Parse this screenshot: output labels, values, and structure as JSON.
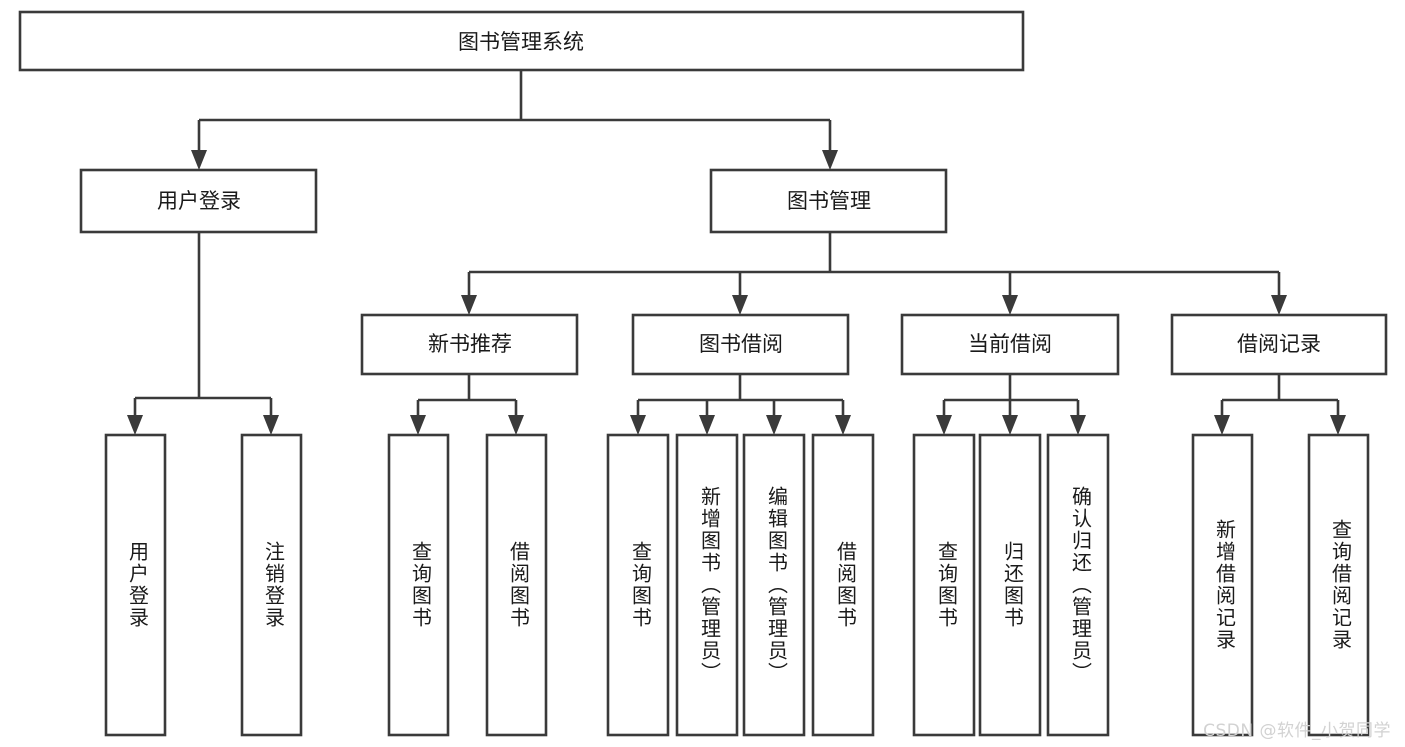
{
  "diagram": {
    "title": "图书管理系统",
    "type": "tree",
    "orientation": "top-down",
    "theme": {
      "background": "#ffffff",
      "box_fill": "#ffffff",
      "box_stroke": "#3a3a3a",
      "text_color": "#1a1a1a",
      "watermark_color": "#d2d2d2"
    },
    "root": {
      "id": "root",
      "label": "图书管理系统"
    },
    "level2": [
      {
        "id": "user-login",
        "label": "用户登录"
      },
      {
        "id": "book-manage",
        "label": "图书管理"
      }
    ],
    "level3": [
      {
        "id": "new-book-rec",
        "label": "新书推荐",
        "parent": "book-manage"
      },
      {
        "id": "book-borrow",
        "label": "图书借阅",
        "parent": "book-manage"
      },
      {
        "id": "current-borrow",
        "label": "当前借阅",
        "parent": "book-manage"
      },
      {
        "id": "borrow-record",
        "label": "借阅记录",
        "parent": "book-manage"
      }
    ],
    "leaves": {
      "user-login": [
        {
          "id": "leaf-user-login",
          "label": "用户登录"
        },
        {
          "id": "leaf-user-logout",
          "label": "注销登录"
        }
      ],
      "new-book-rec": [
        {
          "id": "leaf-nbr-query",
          "label": "查询图书"
        },
        {
          "id": "leaf-nbr-borrow",
          "label": "借阅图书"
        }
      ],
      "book-borrow": [
        {
          "id": "leaf-bb-query",
          "label": "查询图书"
        },
        {
          "id": "leaf-bb-add",
          "label": "新增图书（管理员）"
        },
        {
          "id": "leaf-bb-edit",
          "label": "编辑图书（管理员）"
        },
        {
          "id": "leaf-bb-borrow",
          "label": "借阅图书"
        }
      ],
      "current-borrow": [
        {
          "id": "leaf-cb-query",
          "label": "查询图书"
        },
        {
          "id": "leaf-cb-return",
          "label": "归还图书"
        },
        {
          "id": "leaf-cb-confirm",
          "label": "确认归还（管理员）"
        }
      ],
      "borrow-record": [
        {
          "id": "leaf-br-add",
          "label": "新增借阅记录"
        },
        {
          "id": "leaf-br-query",
          "label": "查询借阅记录"
        }
      ]
    }
  },
  "watermark": {
    "text": "CSDN @软件_小贺同学"
  }
}
